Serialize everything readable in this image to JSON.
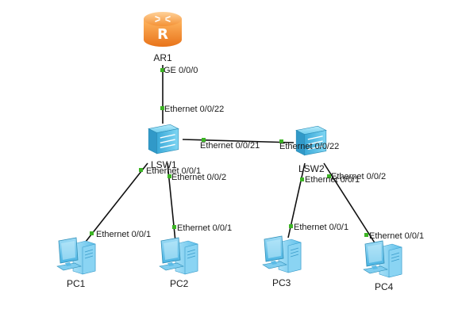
{
  "colors": {
    "link": "#111111",
    "port_up": "#3cb424",
    "router_orange": "#f28b1c",
    "switch_blue": "#56c3ea",
    "pc_blue": "#4fb8e6"
  },
  "devices": {
    "ar1": {
      "label": "AR1",
      "icon": "router-icon"
    },
    "lsw1": {
      "label": "LSW1",
      "icon": "switch-icon"
    },
    "lsw2": {
      "label": "LSW2",
      "icon": "switch-icon"
    },
    "pc1": {
      "label": "PC1",
      "icon": "pc-icon"
    },
    "pc2": {
      "label": "PC2",
      "icon": "pc-icon"
    },
    "pc3": {
      "label": "PC3",
      "icon": "pc-icon"
    },
    "pc4": {
      "label": "PC4",
      "icon": "pc-icon"
    }
  },
  "links": [
    {
      "from": "AR1",
      "from_port": "GE 0/0/0",
      "to": "LSW1",
      "to_port": "Ethernet 0/0/22"
    },
    {
      "from": "LSW1",
      "from_port": "Ethernet 0/0/21",
      "to": "LSW2",
      "to_port": "Ethernet 0/0/22"
    },
    {
      "from": "LSW1",
      "from_port": "Ethernet 0/0/1",
      "to": "PC1",
      "to_port": "Ethernet 0/0/1"
    },
    {
      "from": "LSW1",
      "from_port": "Ethernet 0/0/2",
      "to": "PC2",
      "to_port": "Ethernet 0/0/1"
    },
    {
      "from": "LSW2",
      "from_port": "Ethernet 0/0/1",
      "to": "PC3",
      "to_port": "Ethernet 0/0/1"
    },
    {
      "from": "LSW2",
      "from_port": "Ethernet 0/0/2",
      "to": "PC4",
      "to_port": "Ethernet 0/0/1"
    }
  ]
}
